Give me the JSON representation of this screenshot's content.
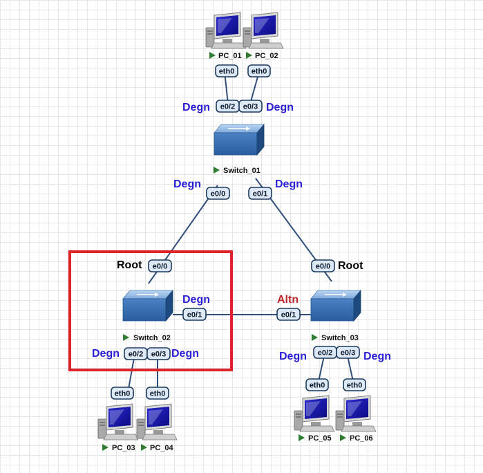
{
  "colors": {
    "link": "#2f4f7a",
    "port_fill": "#dde9f6",
    "port_stroke": "#1b3a5e",
    "role_degn": "#2a1fd6",
    "role_root": "#000000",
    "role_altn": "#c0262b",
    "highlight": "#e0232a",
    "play_arrow": "#2e7d32"
  },
  "nodes": {
    "pc_01": "PC_01",
    "pc_02": "PC_02",
    "pc_03": "PC_03",
    "pc_04": "PC_04",
    "pc_05": "PC_05",
    "pc_06": "PC_06",
    "switch_01": "Switch_01",
    "switch_02": "Switch_02",
    "switch_03": "Switch_03"
  },
  "ports": {
    "pc01_eth0": "eth0",
    "pc02_eth0": "eth0",
    "sw1_e0_2": "e0/2",
    "sw1_e0_3": "e0/3",
    "sw1_e0_0": "e0/0",
    "sw1_e0_1": "e0/1",
    "sw2_e0_0": "e0/0",
    "sw2_e0_1": "e0/1",
    "sw2_e0_2": "e0/2",
    "sw2_e0_3": "e0/3",
    "sw3_e0_0": "e0/0",
    "sw3_e0_1": "e0/1",
    "sw3_e0_2": "e0/2",
    "sw3_e0_3": "e0/3",
    "pc03_eth0": "eth0",
    "pc04_eth0": "eth0",
    "pc05_eth0": "eth0",
    "pc06_eth0": "eth0"
  },
  "roles": {
    "sw1_e0_2": "Degn",
    "sw1_e0_3": "Degn",
    "sw1_e0_0": "Degn",
    "sw1_e0_1": "Degn",
    "sw2_e0_0": "Root",
    "sw2_e0_1": "Degn",
    "sw2_e0_2": "Degn",
    "sw2_e0_3": "Degn",
    "sw3_e0_0": "Root",
    "sw3_e0_1": "Altn",
    "sw3_e0_2": "Degn",
    "sw3_e0_3": "Degn"
  },
  "icons": {
    "pc": "desktop-computer-icon",
    "switch": "network-switch-icon",
    "status": "play-triangle-icon"
  }
}
